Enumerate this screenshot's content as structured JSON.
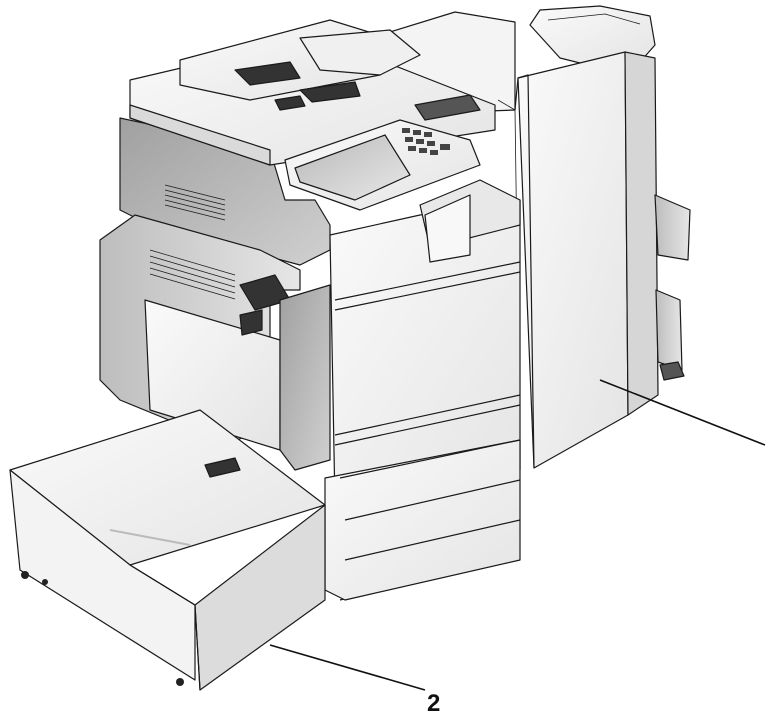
{
  "callouts": [
    {
      "id": "1",
      "label": ""
    },
    {
      "id": "2",
      "label": "2"
    }
  ],
  "colors": {
    "outline": "#1a1a1a",
    "light_fill": "#f2f2f2",
    "mid_fill": "#d9d9d9",
    "dark_fill": "#8c8c8c",
    "screen": "#cfcfcf",
    "background": "#ffffff"
  }
}
